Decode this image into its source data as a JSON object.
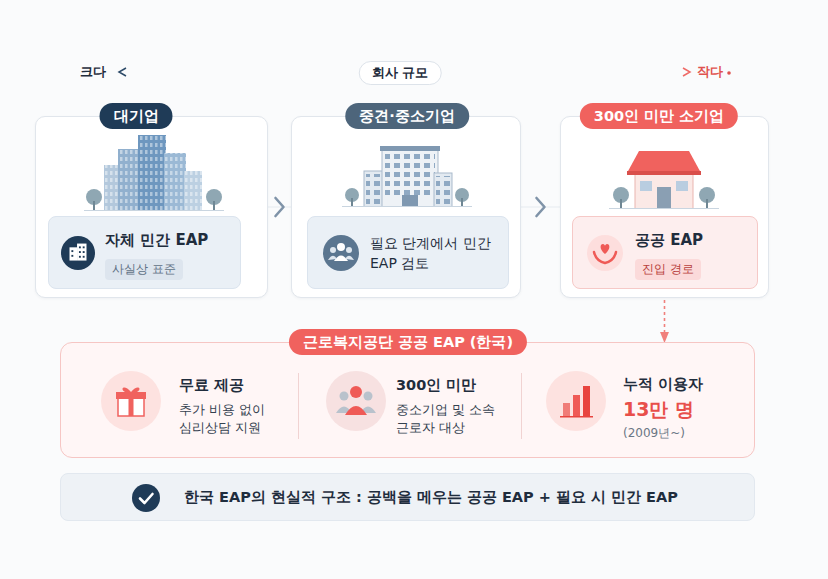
{
  "diagram": {
    "nodes": [
      {
        "text": [
          "대기업"
        ]
      },
      {
        "text": [
          "자체 민간 EAP",
          "사실상 표준"
        ],
        "in": 0
      },
      {
        "text": [
          "중견·중소기업"
        ]
      },
      {
        "text": [
          "필요 단계에서 민간 EAP 검토"
        ],
        "in": 2
      },
      {
        "text": [
          "300인 미만 소기업"
        ]
      },
      {
        "text": [
          "공공 EAP",
          "진입 경로"
        ],
        "in": 4
      },
      {
        "text": [
          "근로복지공단 공공 EAP (한국)"
        ]
      },
      {
        "text": [
          "무료 제공",
          "추가 비용 없이 심리상담 지원"
        ],
        "in": 6
      },
      {
        "text": [
          "300인 미만",
          "중소기업 및 소속 근로자 대상"
        ],
        "in": 6
      },
      {
        "text": [
          "누적 이용자",
          "13만 명",
          "(2009년~)"
        ],
        "in": 6
      },
      {
        "text": [
          "한국 EAP의 현실적 구조 : 공백을 메우는 공공 EAP + 필요 시 민간 EAP"
        ]
      }
    ],
    "edges": [
      {
        "from": 0,
        "to": 2,
        "arrow": "to"
      },
      {
        "from": 2,
        "to": 4,
        "arrow": "to"
      },
      {
        "from": 4,
        "to": 6,
        "arrow": "to"
      }
    ],
    "labels": [
      "크다",
      "회사 규모",
      "작다"
    ]
  }
}
